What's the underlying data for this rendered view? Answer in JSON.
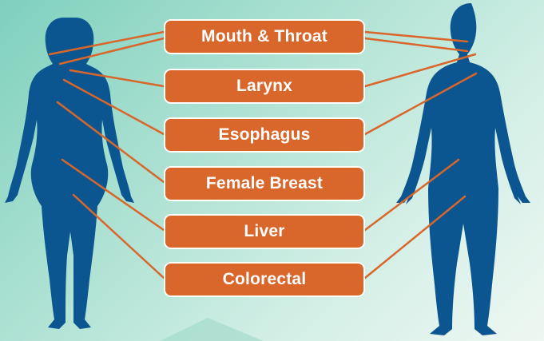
{
  "colors": {
    "figure": "#0b5690",
    "label_fill": "#d9662a",
    "connector": "#d9662a",
    "label_text": "#ffffff",
    "background": "#a9e0d1"
  },
  "labels": [
    {
      "key": "mouth",
      "text": "Mouth & Throat"
    },
    {
      "key": "larynx",
      "text": "Larynx"
    },
    {
      "key": "esophagus",
      "text": "Esophagus"
    },
    {
      "key": "breast",
      "text": "Female Breast"
    },
    {
      "key": "liver",
      "text": "Liver"
    },
    {
      "key": "colorectal",
      "text": "Colorectal"
    }
  ],
  "figures": {
    "left": "female-silhouette",
    "right": "male-silhouette"
  }
}
